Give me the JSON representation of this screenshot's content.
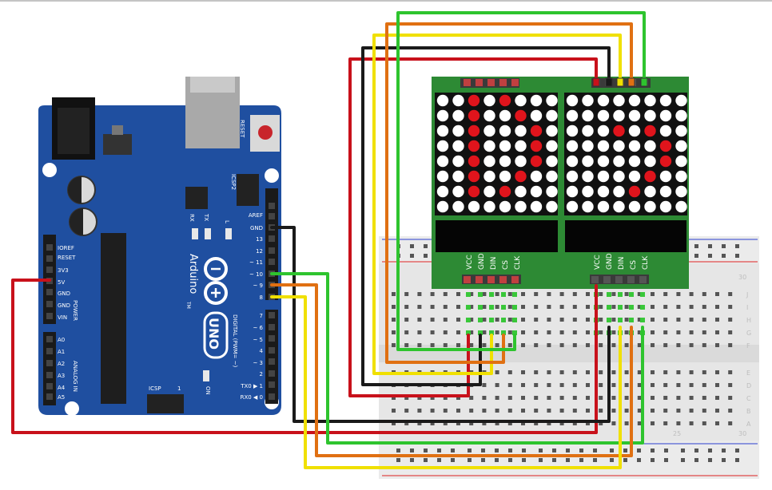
{
  "arduino": {
    "brand": "Arduino",
    "model": "UNO",
    "reset_label": "RESET",
    "icsp2_label": "ICSP2",
    "icsp_label": "ICSP",
    "icsp_num": "1",
    "rx_label": "RX",
    "tx_label": "TX",
    "l_label": "L",
    "on_label": "ON",
    "tm_label": "TM",
    "digital_label": "DIGITAL (PWM= ~)",
    "power_label": "POWER",
    "analog_label": "ANALOG IN",
    "power_pins": [
      "IOREF",
      "RESET",
      "3V3",
      "5V",
      "GND",
      "GND",
      "VIN"
    ],
    "analog_pins": [
      "A0",
      "A1",
      "A2",
      "A3",
      "A4",
      "A5"
    ],
    "digital_top": [
      "AREF",
      "GND",
      "13",
      "12",
      "~ 11",
      "~ 10",
      "~ 9",
      "8"
    ],
    "digital_bottom": [
      "7",
      "~ 6",
      "~ 5",
      "4",
      "~ 3",
      "2",
      "TX0 ▶ 1",
      "RX0 ◀ 0"
    ]
  },
  "matrix_module": {
    "pin_labels": [
      "VCC",
      "GND",
      "DIN",
      "CS",
      "CLK"
    ],
    "left_pattern": [
      "00101000",
      "00100100",
      "00100010",
      "00100010",
      "00100010",
      "00100100",
      "00101000",
      "00000000"
    ],
    "right_pattern": [
      "00000000",
      "00000000",
      "00010100",
      "00000010",
      "00000010",
      "00000100",
      "00001000",
      "00000000"
    ]
  },
  "breadboard": {
    "row_letters_top": [
      "J",
      "I",
      "H",
      "G",
      "F"
    ],
    "row_letters_bottom": [
      "E",
      "D",
      "C",
      "B",
      "A"
    ],
    "column_numbers": [
      "30",
      "25",
      "30"
    ]
  },
  "colors": {
    "board": "#1f4fa0",
    "module": "#2d8a34",
    "wire_red": "#c8111b",
    "wire_black": "#1a1a1a",
    "wire_yellow": "#f0e000",
    "wire_orange": "#e07012",
    "wire_green": "#2ec42e"
  }
}
